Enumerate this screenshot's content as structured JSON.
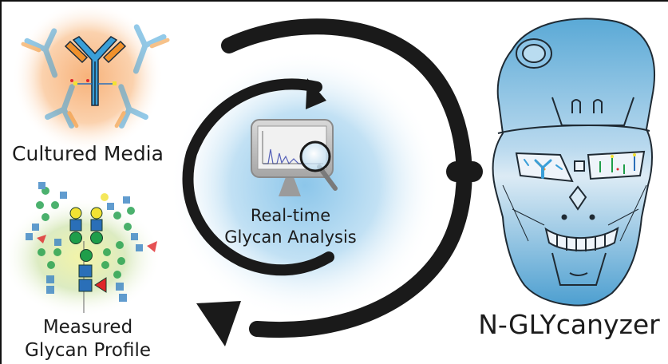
{
  "figure": {
    "inputs": {
      "cultured_media": "Cultured Media",
      "measured_profile_line1": "Measured",
      "measured_profile_line2": "Glycan Profile"
    },
    "center": {
      "analysis_line1": "Real-time",
      "analysis_line2": "Glycan Analysis"
    },
    "product": {
      "name": "N-GLYcanyzer"
    },
    "colors": {
      "antibody_heavy": "#3a9fd8",
      "antibody_light": "#f0912c",
      "glycan_glcnac": "#2a6fb8",
      "glycan_mannose": "#1f9e4a",
      "glycan_galactose": "#f2e233",
      "glycan_fucose": "#e0262a",
      "arrow": "#1a1a1a",
      "robot_blue": "#5aa9d6",
      "center_glow": "#a9d4ee"
    }
  }
}
